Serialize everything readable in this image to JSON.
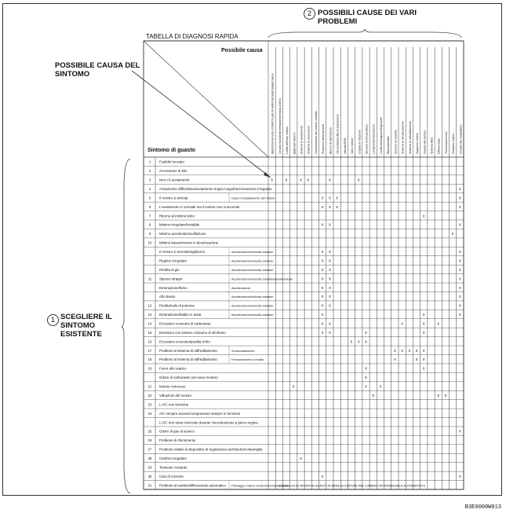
{
  "callout_cause": {
    "number": "2",
    "title": "POSSIBILI CAUSE DEI VARI PROBLEMI"
  },
  "callout_possible_symptom_cause": "POSSIBILE CAUSA DEL SINTOMO",
  "callout_select": {
    "number": "1",
    "title": "SCEGLIERE IL SINTOMO ESISTENTE"
  },
  "table": {
    "title": "TABELLA DI DIAGNOSI RAPIDA",
    "header_possible_cause": "Possibile causa",
    "header_symptom": "Sintomo di guasto",
    "cause_columns": [
      "Malfunzionamento, PCM/Circuito di elettricità batteria/alternatore",
      "Circuito fusibile/alimentazione/messa a terra",
      "Livello dell'olio motore",
      "Batteria/motorino",
      "Sistema di avviamento",
      "Sistema di accensione",
      "Compressione del motore multipla",
      "Pressione della benzina",
      "Blocco di aspirazione",
      "Vacuosità/perdita di aspirazione",
      "Valvola EGR",
      "Vano motore",
      "Coppia di rotazione",
      "Sensore di temperatura",
      "Lunghezza/misurazione",
      "Livello dell'acqua/refrigerante",
      "Marcia/pedale",
      "Sensore di velocità",
      "Sistema di climatizzazione",
      "Sistema di raffreddamento",
      "Supporto motore",
      "Guasto del cambio",
      "Sistema ABS",
      "Differenziale",
      "Trasmissione/cavi",
      "Gestione motore",
      "Circuito del riscaldatore"
    ],
    "rows": [
      {
        "num": "1",
        "symptom": "Fusibile bruciato",
        "marks": []
      },
      {
        "num": "2",
        "symptom": "Accensione di MIL",
        "marks": []
      },
      {
        "num": "3",
        "symptom": "Non c'è avviamento",
        "marks": [
          0,
          2,
          4,
          5,
          8,
          12
        ]
      },
      {
        "num": "4",
        "symptom": "Avviamento difficoltoso/avviamento troppo lungo/funzionamento irregolare",
        "marks": [
          26
        ]
      },
      {
        "num": "5",
        "symptom": "Il motore si arresta",
        "sub": "Dopo il riscaldamento del motore",
        "marks": [
          7,
          8,
          9,
          26
        ]
      },
      {
        "num": "6",
        "symptom": "L'avviamento è normale ma il motore non si accende",
        "marks": [
          7,
          8,
          9,
          26
        ]
      },
      {
        "num": "7",
        "symptom": "Ritorno al minimo lento",
        "marks": [
          21
        ]
      },
      {
        "num": "8",
        "symptom": "Minimo irregolare/instabile",
        "marks": [
          7,
          8,
          26
        ]
      },
      {
        "num": "9",
        "symptom": "Minimo accelerato/oscillazione",
        "marks": [
          25
        ]
      },
      {
        "num": "10",
        "symptom": "Minimo basso/motore in decelerazione",
        "marks": []
      },
      {
        "num": "",
        "symptom": "Il motore si arresta/singhiozzo",
        "sub": "Accelerazione/velocità costante",
        "marks": [
          7,
          8,
          26
        ]
      },
      {
        "num": "",
        "symptom": "Regime irregolare",
        "sub": "Accelerazione/velocità costante",
        "marks": [
          7,
          8,
          26
        ]
      },
      {
        "num": "",
        "symptom": "Perdita di giri",
        "sub": "Accelerazione/velocità costante",
        "marks": [
          7,
          8,
          26
        ]
      },
      {
        "num": "11",
        "symptom": "Spesso strappi",
        "sub": "Accelerazione/velocità costante/decelerazione",
        "marks": [
          7,
          8,
          26
        ]
      },
      {
        "num": "",
        "symptom": "Detonazione/fumo",
        "sub": "Accelerazione",
        "marks": [
          7,
          8,
          26
        ]
      },
      {
        "num": "",
        "symptom": "Alto basso",
        "sub": "Accelerazione/velocità costante",
        "marks": [
          7,
          8,
          26
        ]
      },
      {
        "num": "12",
        "symptom": "Perdita/calo di potenza",
        "sub": "Accelerazione/velocità costante",
        "marks": [
          7,
          8,
          26
        ]
      },
      {
        "num": "13",
        "symptom": "Detonazione/battito in testa",
        "sub": "Accelerazione/velocità costante",
        "marks": [
          7,
          21,
          26
        ]
      },
      {
        "num": "14",
        "symptom": "Eccessivo consumo di carburante",
        "marks": [
          7,
          8,
          18,
          21,
          23
        ]
      },
      {
        "num": "15",
        "symptom": "Emissioni con vistoso consumo di olio/fumo",
        "marks": [
          7,
          8,
          13,
          21
        ]
      },
      {
        "num": "16",
        "symptom": "Eccessivo consumo/perdita d'olio",
        "marks": [
          11,
          12,
          13
        ]
      },
      {
        "num": "17",
        "symptom": "Problemi al sistema di raffreddamento",
        "sub": "Surriscaldamento",
        "marks": [
          17,
          18,
          19,
          20,
          21
        ]
      },
      {
        "num": "18",
        "symptom": "Problemi al sistema di raffreddamento",
        "sub": "Funzionamento a freddo",
        "marks": [
          17,
          20,
          21
        ]
      },
      {
        "num": "19",
        "symptom": "Fumo allo scarico",
        "marks": [
          13,
          21
        ]
      },
      {
        "num": "",
        "symptom": "Odore di carburante (nel vano motore)",
        "marks": [
          13
        ]
      },
      {
        "num": "21",
        "symptom": "Motore rumoroso",
        "marks": [
          3,
          13,
          15
        ]
      },
      {
        "num": "22",
        "symptom": "Vibrazioni del motore",
        "marks": [
          14,
          23,
          24
        ]
      },
      {
        "num": "23",
        "symptom": "L'A/C non funziona",
        "marks": []
      },
      {
        "num": "24",
        "symptom": "A/C sempre acceso/compressore sempre in funzione",
        "marks": []
      },
      {
        "num": "",
        "symptom": "L'A/C non viene interrotto durante l'accelerazione a pieno regime",
        "marks": []
      },
      {
        "num": "25",
        "symptom": "Odore di gas di scarico",
        "marks": [
          26
        ]
      },
      {
        "num": "26",
        "symptom": "Problemi di rifornimento",
        "marks": []
      },
      {
        "num": "27",
        "symptom": "Problemi relativi al dispositivo di regolazione tachimetro/contamiglia",
        "marks": []
      },
      {
        "num": "28",
        "symptom": "Cambio irregolare",
        "marks": [
          4
        ]
      },
      {
        "num": "29",
        "symptom": "Tensione costante",
        "marks": []
      },
      {
        "num": "30",
        "symptom": "Calo di corrente",
        "marks": [
          7,
          26
        ]
      },
      {
        "num": "31",
        "symptom": "Problemi al cambio/differenziale automatico",
        "sub": "Passaggi e marce vuote/rumorosità/innesto",
        "note": "(Vedere 05-03 RICERCA GUASTI IN BASE AI SINTOMI DEL CAMBIO DIFFERENZIALE AUTOMATICO)",
        "marks": []
      }
    ]
  },
  "image_code": "B3E0000W013"
}
